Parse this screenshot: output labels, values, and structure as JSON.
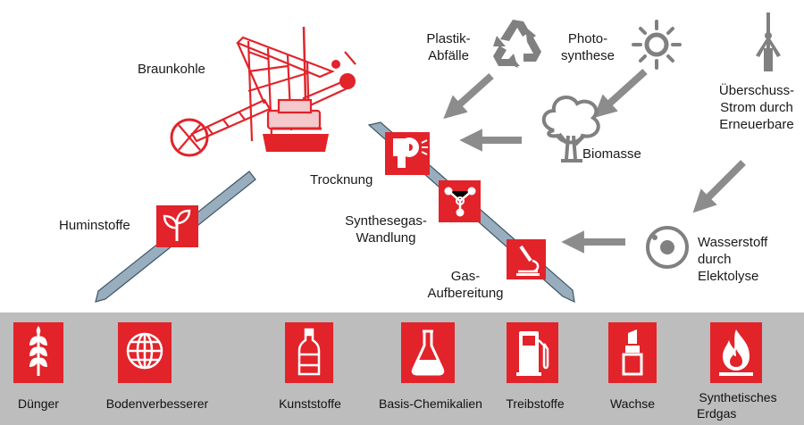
{
  "colors": {
    "accent": "#e2232a",
    "band": "#bdbdbd",
    "bar": "#98aebe",
    "arrow": "#8c8c8c",
    "icon_gray": "#808080"
  },
  "sources": {
    "braunkohle": "Braunkohle",
    "plastik_1": "Plastik-",
    "plastik_2": "Abfälle",
    "photo_1": "Photo-",
    "photo_2": "synthese",
    "ueber_1": "Überschuss-",
    "ueber_2": "Strom durch",
    "ueber_3": "Erneuerbare",
    "biomasse": "Biomasse",
    "wasser_1": "Wasserstoff",
    "wasser_2": "durch",
    "wasser_3": "Elektolyse"
  },
  "process": {
    "huminstoffe": "Huminstoffe",
    "trocknung": "Trocknung",
    "synthese_1": "Synthesegas-",
    "synthese_2": "Wandlung",
    "gas_1": "Gas-",
    "gas_2": "Aufbereitung"
  },
  "products": {
    "duenger": "Dünger",
    "boden": "Bodenverbesserer",
    "kunststoffe": "Kunststoffe",
    "basis": "Basis-Chemikalien",
    "treibstoffe": "Treibstoffe",
    "wachse": "Wachse",
    "erdgas_1": "Synthetisches",
    "erdgas_2": "Erdgas"
  }
}
